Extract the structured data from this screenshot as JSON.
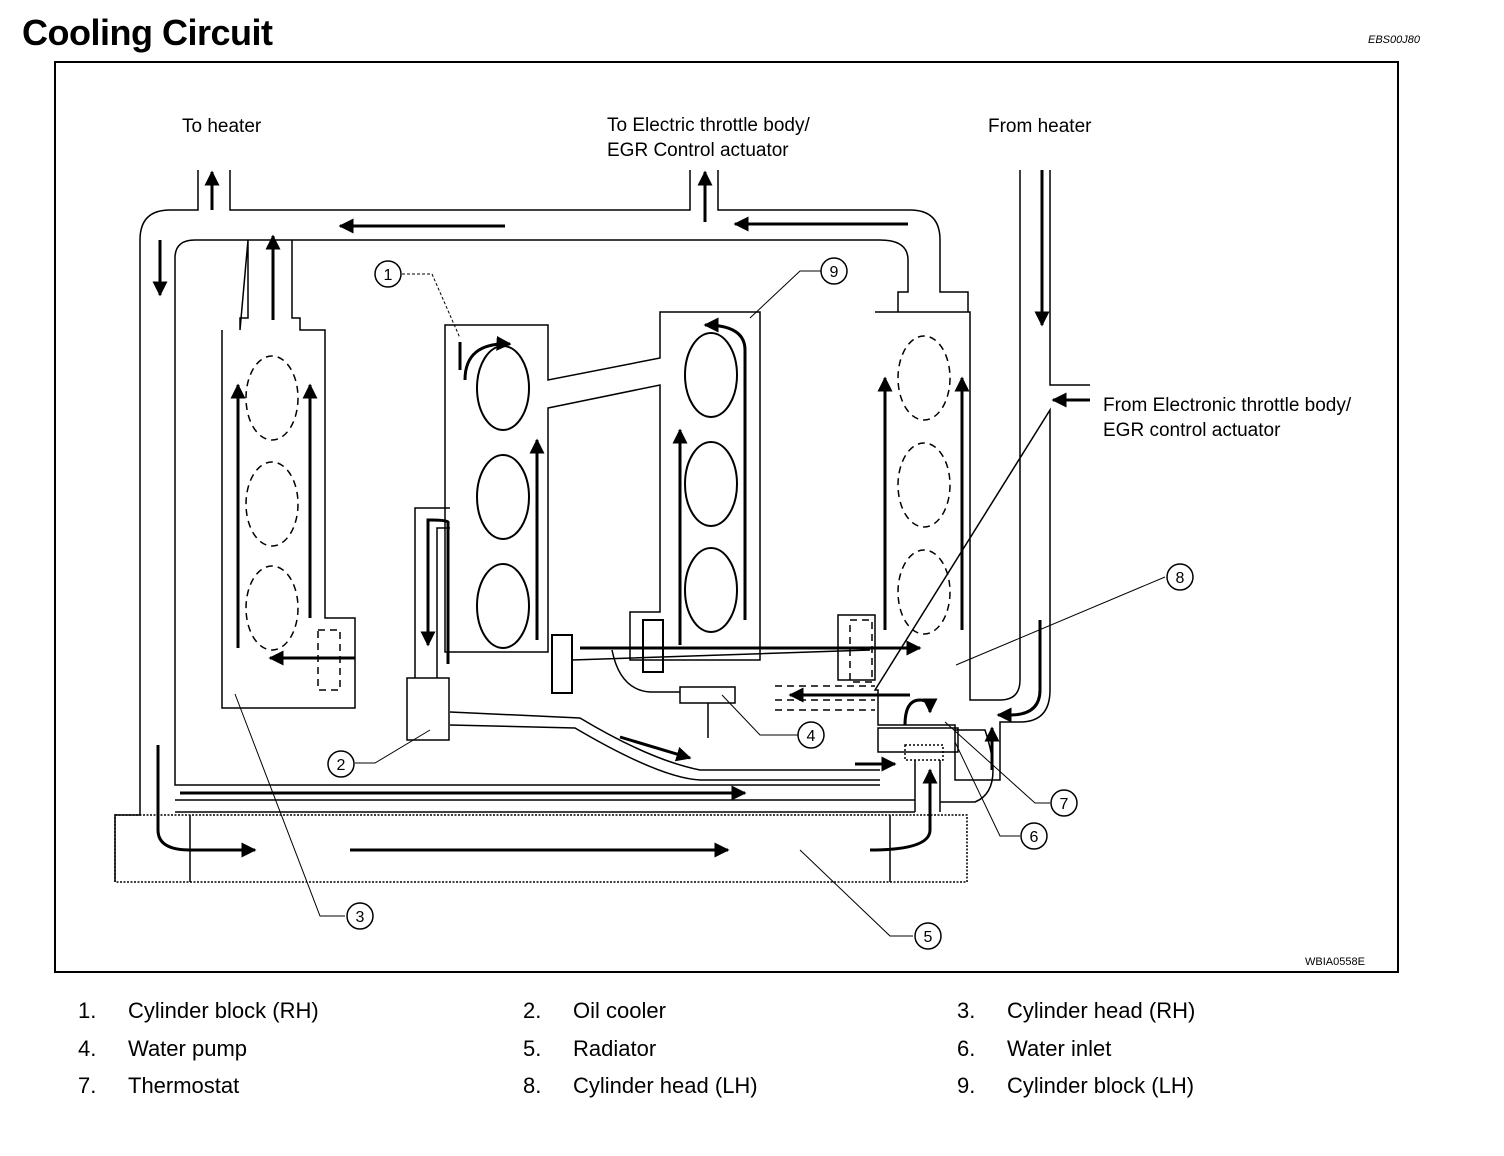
{
  "page": {
    "title": "Cooling Circuit",
    "doc_code": "EBS00J80"
  },
  "figure": {
    "figure_code": "WBIA0558E",
    "flow_labels": {
      "to_heater": "To heater",
      "to_throttle_1": "To Electric throttle body/",
      "to_throttle_2": "EGR Control actuator",
      "from_heater": "From heater",
      "from_throttle_1": "From Electronic throttle body/",
      "from_throttle_2": "EGR control actuator"
    },
    "callouts": [
      "1",
      "2",
      "3",
      "4",
      "5",
      "6",
      "7",
      "8",
      "9"
    ]
  },
  "legend": [
    {
      "num": "1.",
      "label": "Cylinder block (RH)"
    },
    {
      "num": "2.",
      "label": "Oil cooler"
    },
    {
      "num": "3.",
      "label": "Cylinder head (RH)"
    },
    {
      "num": "4.",
      "label": "Water pump"
    },
    {
      "num": "5.",
      "label": "Radiator"
    },
    {
      "num": "6.",
      "label": "Water inlet"
    },
    {
      "num": "7.",
      "label": "Thermostat"
    },
    {
      "num": "8.",
      "label": "Cylinder head (LH)"
    },
    {
      "num": "9.",
      "label": "Cylinder block (LH)"
    }
  ]
}
